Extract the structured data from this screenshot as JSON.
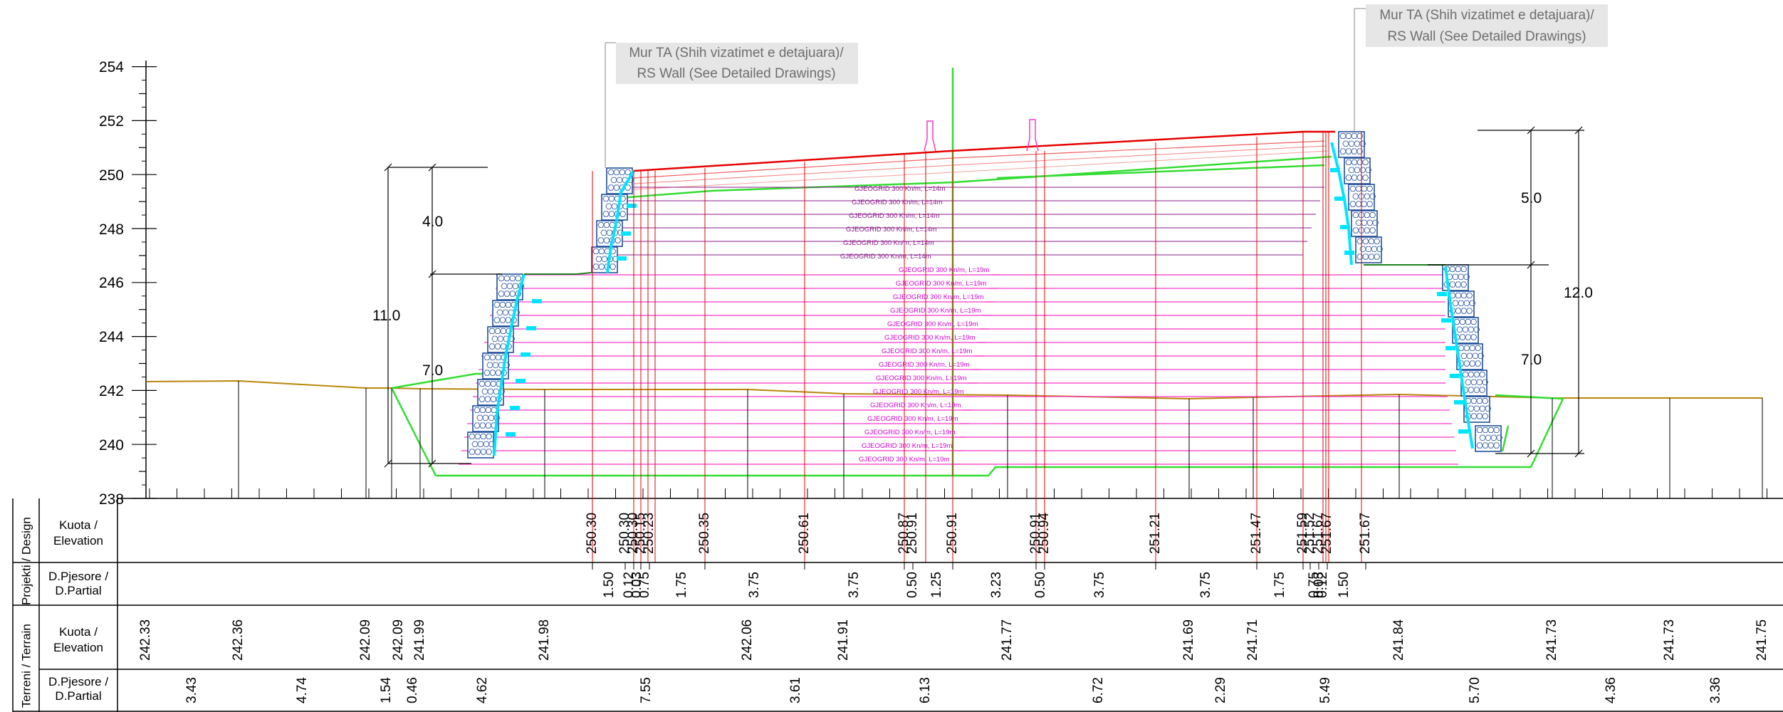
{
  "axis": {
    "ticks": [
      "238",
      "240",
      "242",
      "244",
      "246",
      "248",
      "250",
      "252",
      "254"
    ]
  },
  "callouts": {
    "left": {
      "line1": "Mur TA (Shih vizatimet e detajuara)/",
      "line2": "RS Wall (See Detailed Drawings)"
    },
    "right": {
      "line1": "Mur TA (Shih vizatimet e detajuara)/",
      "line2": "RS Wall (See Detailed Drawings)"
    }
  },
  "dimensions": {
    "left_total": "11.0",
    "left_upper": "4.0",
    "left_lower": "7.0",
    "right_total": "12.0",
    "right_upper": "5.0",
    "right_lower": "7.0"
  },
  "geogrids": {
    "upper": [
      "GJEOGRID 300 Kn/m, L=14m",
      "GJEOGRID 300 Kn/m, L=14m",
      "GJEOGRID 300 Kn/m, L=14m",
      "GJEOGRID 300 Kn/m, L=14m",
      "GJEOGRID 300 Kn/m, L=14m",
      "GJEOGRID 300 Kn/m, L=14m"
    ],
    "lower": [
      "GJEOGRID 300 Kn/m, L=19m",
      "GJEOGRID 300 Kn/m, L=19m",
      "GJEOGRID 300 Kn/m, L=19m",
      "GJEOGRID 300 Kn/m, L=19m",
      "GJEOGRID 300 Kn/m, L=19m",
      "GJEOGRID 300 Kn/m, L=19m",
      "GJEOGRID 300 Kn/m, L=19m",
      "GJEOGRID 300 Kn/m, L=19m",
      "GJEOGRID 300 Kn/m, L=19m",
      "GJEOGRID 300 Kn/m, L=19m",
      "GJEOGRID 300 Kn/m, L=19m",
      "GJEOGRID 300 Kn/m, L=19m",
      "GJEOGRID 300 Kn/m, L=19m",
      "GJEOGRID 300 Kn/m, L=19m",
      "GJEOGRID 300 Kn/m, L=19m"
    ]
  },
  "table": {
    "groups": {
      "design": "Projekti / Design",
      "terrain": "Terreni / Terrain"
    },
    "row_labels": {
      "elevation_l1": "Kuota /",
      "elevation_l2": "Elevation",
      "partial_l1": "D.Pjesore /",
      "partial_l2": "D.Partial"
    },
    "design_elevations": [
      "250.30",
      "250.30",
      "250.30",
      "250.15",
      "250.23",
      "250.35",
      "250.61",
      "250.87",
      "250.91",
      "250.91",
      "250.91",
      "250.94",
      "251.21",
      "251.47",
      "251.59",
      "251.52",
      "251.67",
      "251.67",
      "251.67"
    ],
    "design_partials": [
      "1.50",
      "0.12",
      "0.03",
      "0.75",
      "1.75",
      "3.75",
      "3.75",
      "0.50",
      "1.25",
      "3.23",
      "0.50",
      "3.75",
      "3.75",
      "1.75",
      "0.75",
      "0.03",
      "0.12",
      "1.50"
    ],
    "terrain_elevations": [
      "242.33",
      "242.36",
      "242.09",
      "242.09",
      "241.99",
      "241.98",
      "242.06",
      "241.91",
      "241.77",
      "241.69",
      "241.71",
      "241.84",
      "241.73",
      "241.73",
      "241.75"
    ],
    "terrain_partials": [
      "3.43",
      "4.74",
      "1.54",
      "0.46",
      "4.62",
      "7.55",
      "3.61",
      "6.13",
      "6.72",
      "2.29",
      "5.49",
      "5.70",
      "4.36",
      "3.36"
    ]
  },
  "colors": {
    "design_line": "#e60000",
    "terrain_line": "#b8860b",
    "earthwork": "#33dd33",
    "geogrid": "#ff33cc",
    "wall_block": "#1f4e9a",
    "drain": "#00e5ff",
    "callout_bg": "#e6e6e6"
  }
}
